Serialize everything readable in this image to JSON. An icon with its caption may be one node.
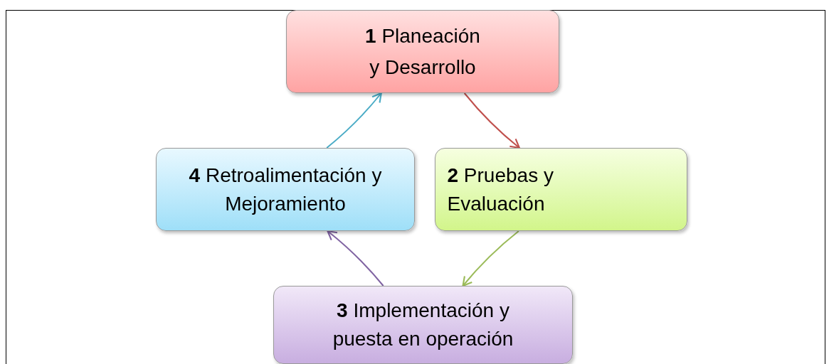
{
  "diagram": {
    "nodes": [
      {
        "text": [
          "**1** Planeación y Desarrollo"
        ]
      },
      {
        "text": [
          "**2** Pruebas y Evaluación"
        ]
      },
      {
        "text": [
          "**3** Implementación y puesta en operación"
        ]
      },
      {
        "text": [
          "**4** Retroalimentación y Mejoramiento"
        ]
      }
    ],
    "edges": [
      {
        "from": 0,
        "to": 1,
        "arrow": "to",
        "color": "#c0504d"
      },
      {
        "from": 1,
        "to": 2,
        "arrow": "to",
        "color": "#9bbb59"
      },
      {
        "from": 2,
        "to": 3,
        "arrow": "to",
        "color": "#8064a2"
      },
      {
        "from": 3,
        "to": 0,
        "arrow": "to",
        "color": "#4bacc6"
      }
    ]
  }
}
